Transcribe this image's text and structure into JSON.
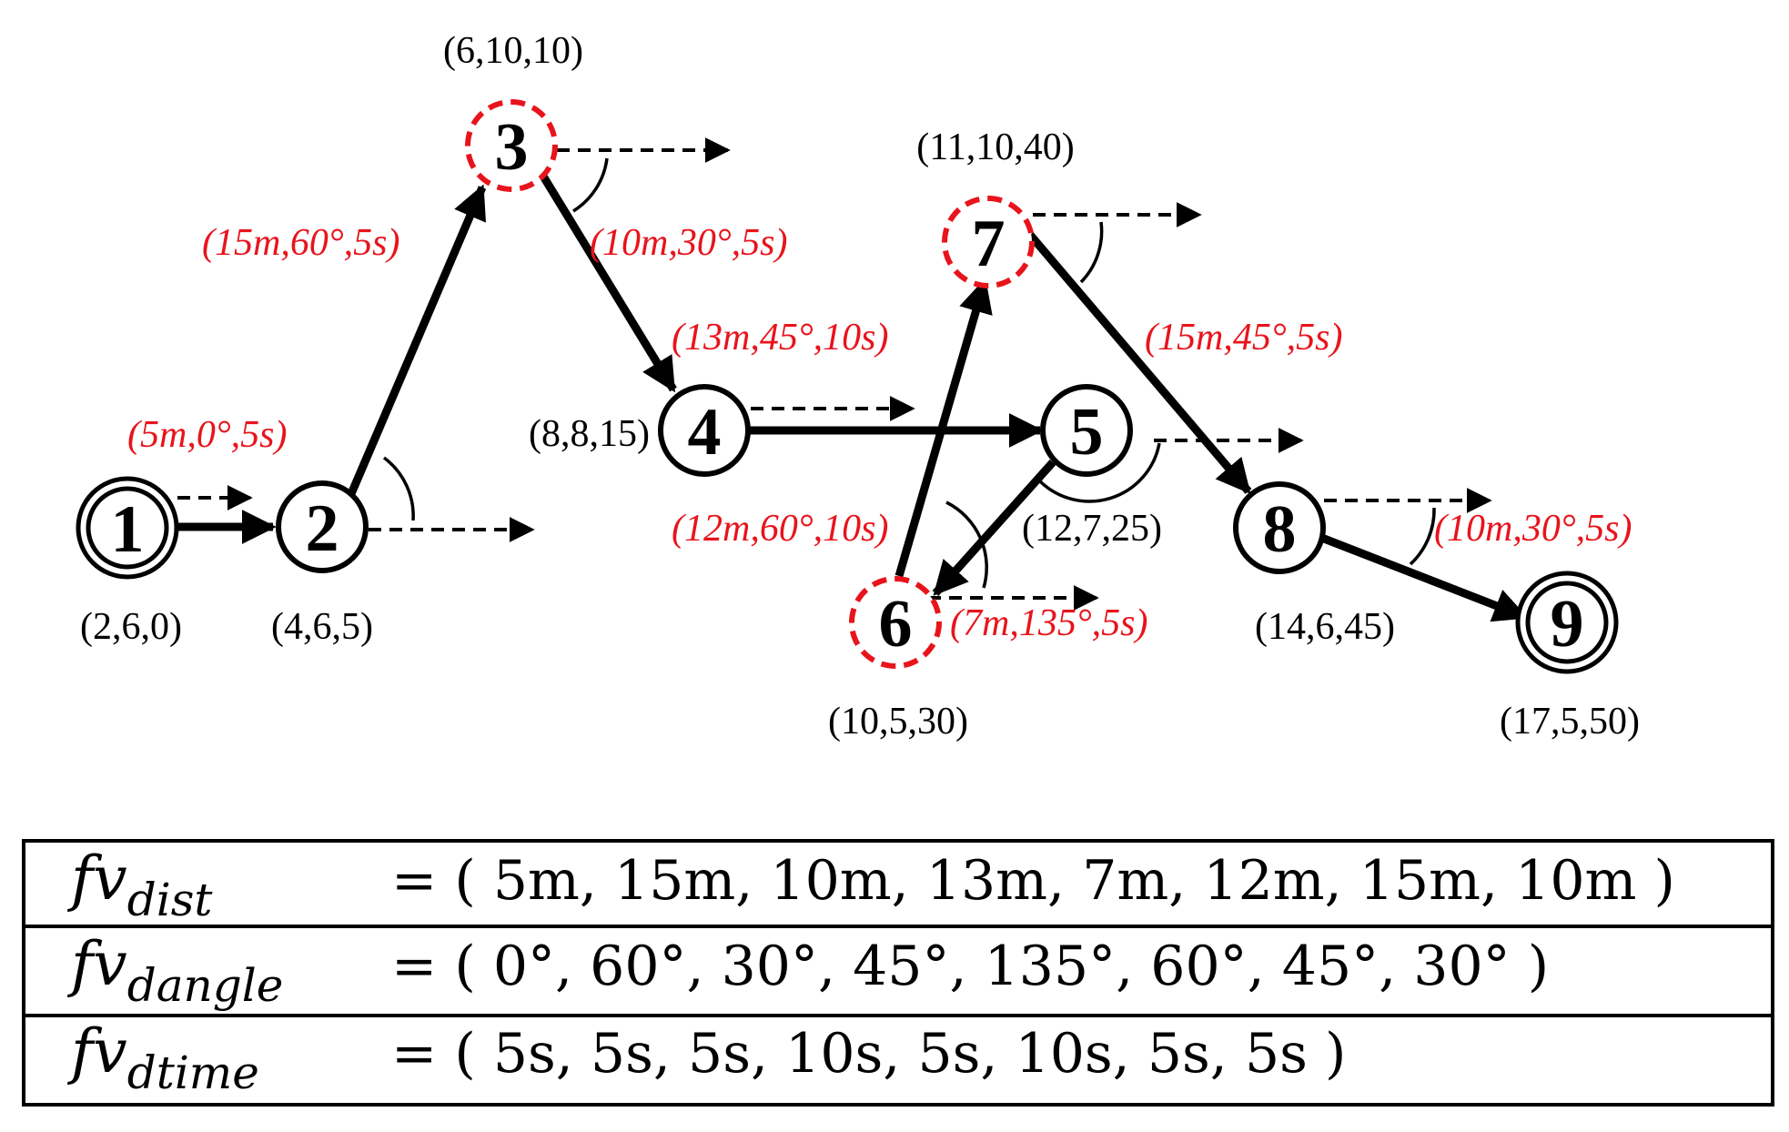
{
  "nodes": [
    {
      "id": "1",
      "label": "1",
      "coord": "(2,6,0)",
      "style": "final"
    },
    {
      "id": "2",
      "label": "2",
      "coord": "(4,6,5)",
      "style": "normal"
    },
    {
      "id": "3",
      "label": "3",
      "coord": "(6,10,10)",
      "style": "dashed"
    },
    {
      "id": "4",
      "label": "4",
      "coord": "(8,8,15)",
      "style": "normal"
    },
    {
      "id": "5",
      "label": "5",
      "coord": "(12,7,25)",
      "style": "normal"
    },
    {
      "id": "6",
      "label": "6",
      "coord": "(10,5,30)",
      "style": "dashed"
    },
    {
      "id": "7",
      "label": "7",
      "coord": "(11,10,40)",
      "style": "dashed"
    },
    {
      "id": "8",
      "label": "8",
      "coord": "(14,6,45)",
      "style": "normal"
    },
    {
      "id": "9",
      "label": "9",
      "coord": "(17,5,50)",
      "style": "final"
    }
  ],
  "edges": [
    {
      "from": "1",
      "to": "2",
      "label": "(5m,0°,5s)"
    },
    {
      "from": "2",
      "to": "3",
      "label": "(15m,60°,5s)"
    },
    {
      "from": "3",
      "to": "4",
      "label": "(10m,30°,5s)"
    },
    {
      "from": "4",
      "to": "5",
      "label": "(13m,45°,10s)"
    },
    {
      "from": "5",
      "to": "6",
      "label": "(7m,135°,5s)"
    },
    {
      "from": "6",
      "to": "7",
      "label": "(12m,60°,10s)"
    },
    {
      "from": "7",
      "to": "8",
      "label": "(15m,45°,5s)"
    },
    {
      "from": "8",
      "to": "9",
      "label": "(10m,30°,5s)"
    }
  ],
  "table": [
    {
      "name": "fv",
      "sub": "dist",
      "value": "= ( 5m, 15m, 10m, 13m, 7m, 12m, 15m, 10m )"
    },
    {
      "name": "fv",
      "sub": "dangle",
      "value": "= ( 0°, 60°, 30°, 45°, 135°, 60°, 45°, 30° )"
    },
    {
      "name": "fv",
      "sub": "dtime",
      "value": "= ( 5s, 5s, 5s, 10s, 5s, 10s, 5s, 5s )"
    }
  ],
  "colors": {
    "highlight": "#e8141c",
    "ink": "#000000"
  }
}
